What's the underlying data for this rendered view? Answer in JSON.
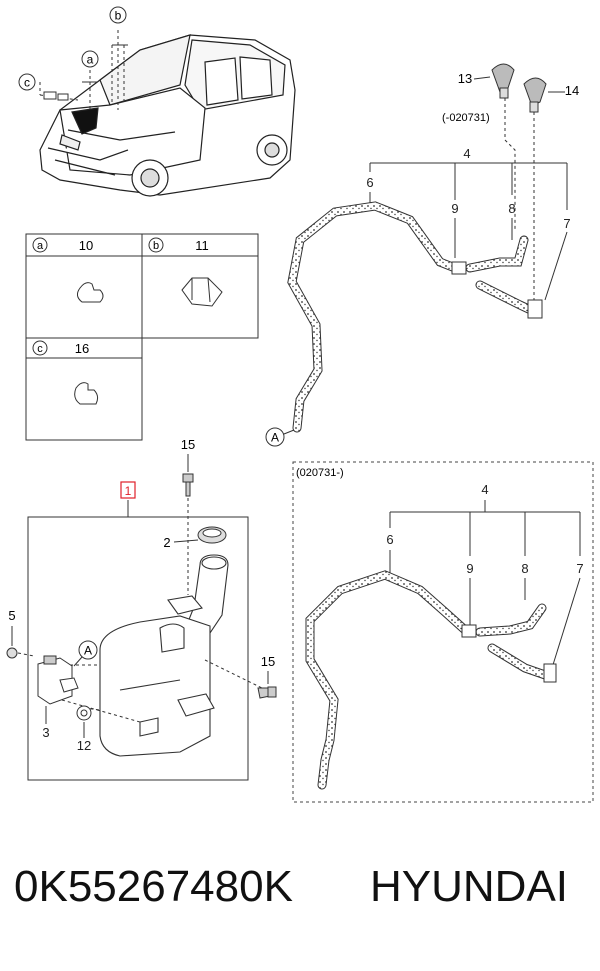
{
  "callouts": {
    "a": "a",
    "b": "b",
    "c": "c",
    "ref_a": "A",
    "n1": "1",
    "n2": "2",
    "n3": "3",
    "n4": "4",
    "n5": "5",
    "n6": "6",
    "n7": "7",
    "n8": "8",
    "n9": "9",
    "n10": "10",
    "n11": "11",
    "n12": "12",
    "n13": "13",
    "n14": "14",
    "n15": "15",
    "n16": "16"
  },
  "date_before": "(-020731)",
  "date_after": "(020731-)",
  "part_number": "0K55267480K",
  "brand": "HYUNDAI",
  "colors": {
    "line": "#333333",
    "highlight": "#e0202a"
  }
}
